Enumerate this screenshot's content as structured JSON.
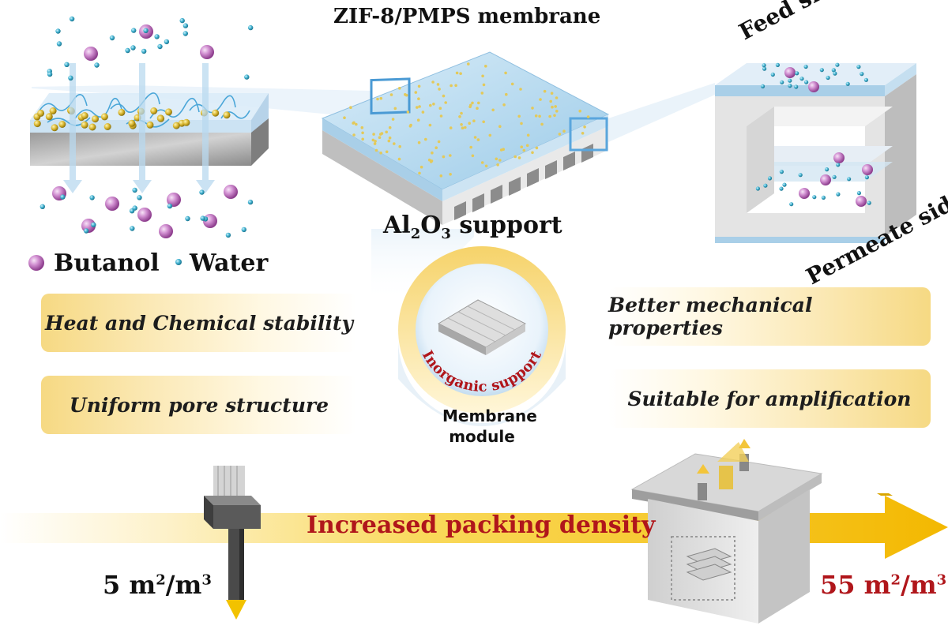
{
  "title": "ZIF-8/PMPS membrane",
  "support_label": {
    "main": "Al",
    "sub1": "2",
    "mid": "O",
    "sub2": "3",
    "tail": " support"
  },
  "legend": {
    "butanol": "Butanol",
    "water": "Water"
  },
  "feed_side": "Feed side",
  "permeate_side": "Permeate side",
  "properties": {
    "left_top": "Heat and Chemical stability",
    "left_bottom": "Uniform pore structure",
    "right_top": "Better mechanical properties",
    "right_bottom": "Suitable for amplification"
  },
  "center": {
    "ring_label": "Inorganic support",
    "module_line1": "Membrane",
    "module_line2": "module"
  },
  "arrow_label": "Increased packing density",
  "density_low": {
    "value": "5 m",
    "sup1": "2",
    "mid": "/m",
    "sup2": "3"
  },
  "density_high": {
    "value": "55 m",
    "sup1": "2",
    "mid": "/m",
    "sup2": "3"
  },
  "colors": {
    "butanol": "#c878c8",
    "water": "#3aaccc",
    "accent_red": "#b0161b",
    "arrow_yellow": "#f5c400",
    "pill_yellow": "#f6d983"
  }
}
